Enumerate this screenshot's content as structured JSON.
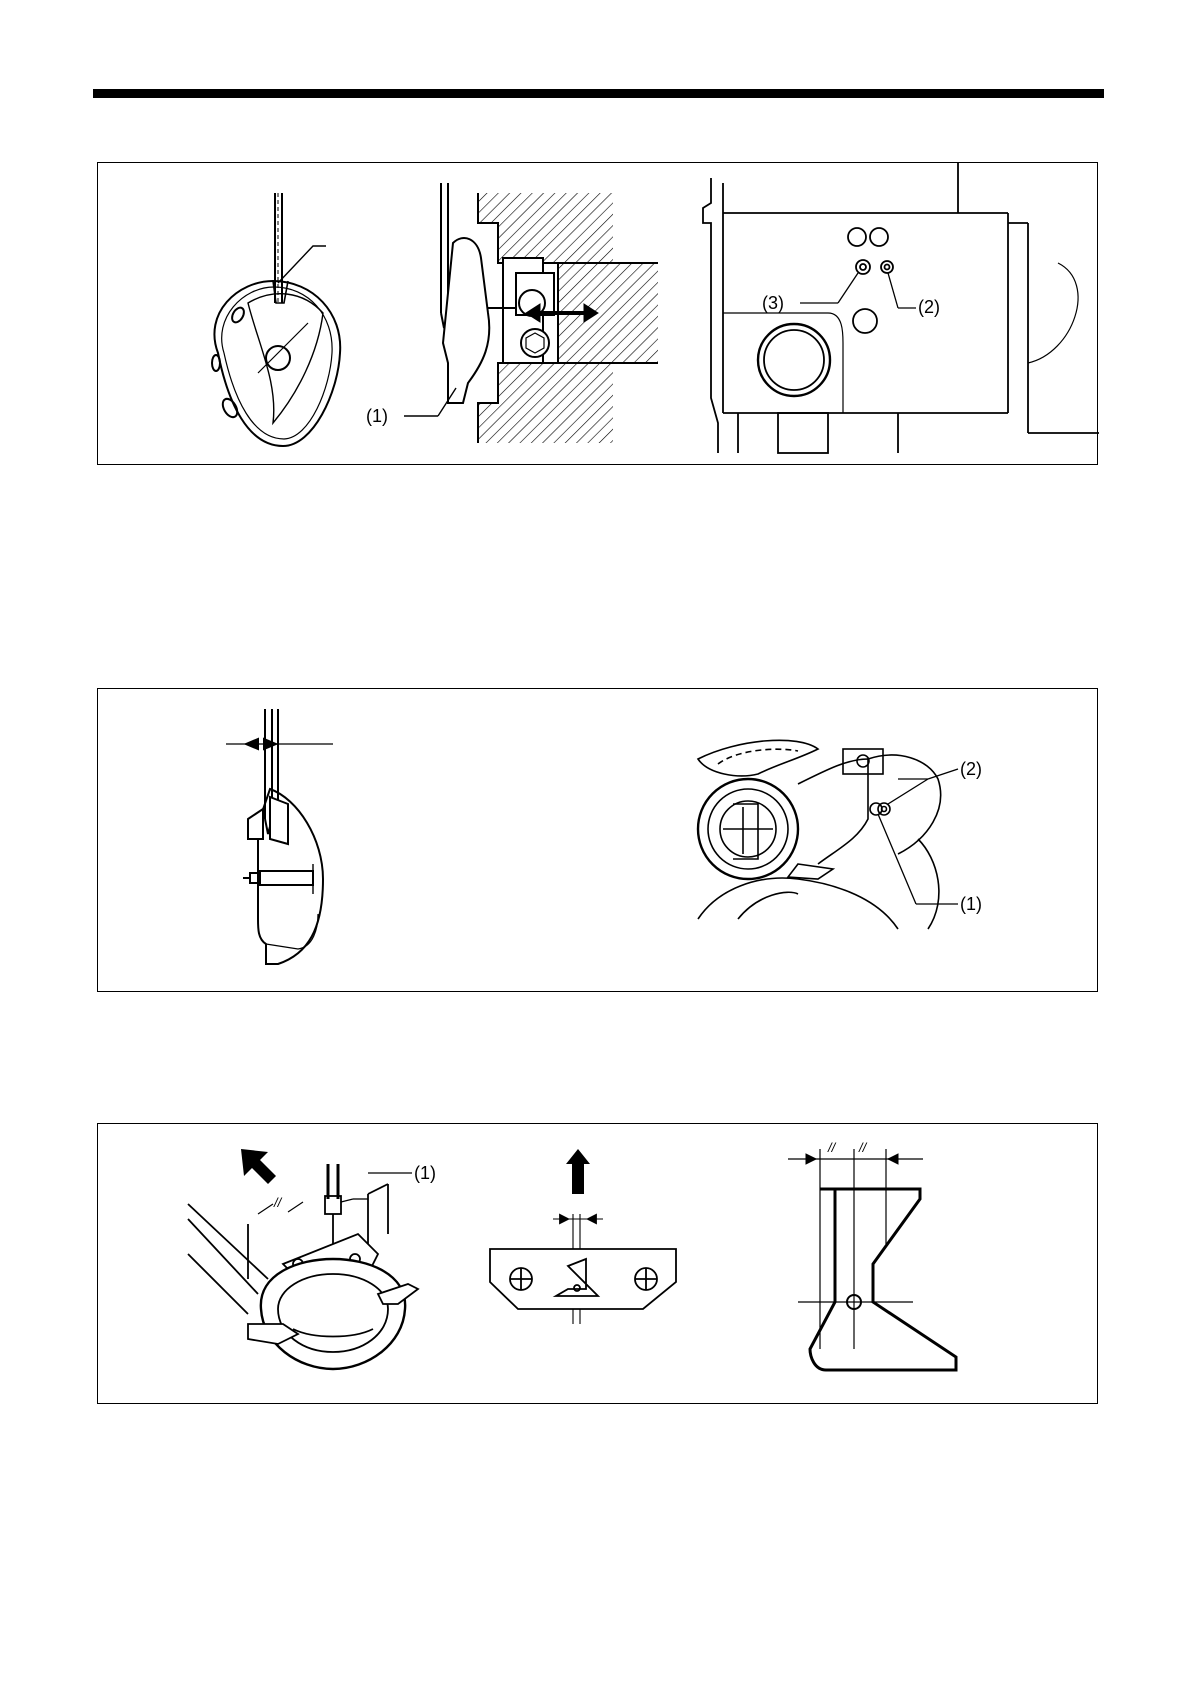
{
  "figure1": {
    "callout_1": "(1)",
    "callout_2": "(2)",
    "callout_3": "(3)"
  },
  "figure2": {
    "callout_1": "(1)",
    "callout_2": "(2)"
  },
  "figure3": {
    "callout_1": "(1)",
    "tick_mark": "//"
  },
  "colors": {
    "ink": "#000000",
    "paper": "#ffffff"
  }
}
